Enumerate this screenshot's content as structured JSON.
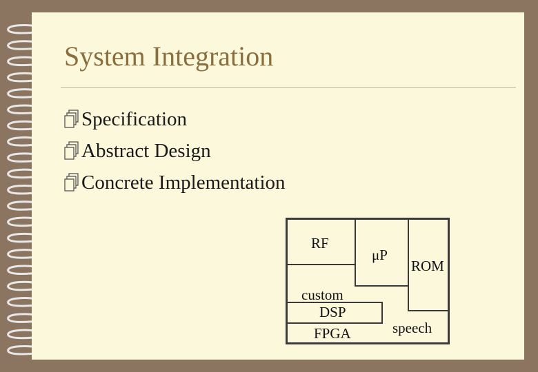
{
  "slide": {
    "title": "System Integration",
    "bullets": [
      {
        "text": "Specification",
        "icon": "stacked-pages-icon"
      },
      {
        "text": "Abstract Design",
        "icon": "stacked-pages-icon"
      },
      {
        "text": "Concrete Implementation",
        "icon": "stacked-pages-icon"
      }
    ]
  },
  "diagram": {
    "blocks": {
      "rf": "RF",
      "up": "μP",
      "rom": "ROM",
      "custom": "custom",
      "dsp": "DSP",
      "fpga": "FPGA",
      "speech": "speech"
    }
  },
  "colors": {
    "background": "#8b7560",
    "page": "#fbf8dc",
    "title": "#8a6e3e",
    "text": "#1a1a1a"
  }
}
